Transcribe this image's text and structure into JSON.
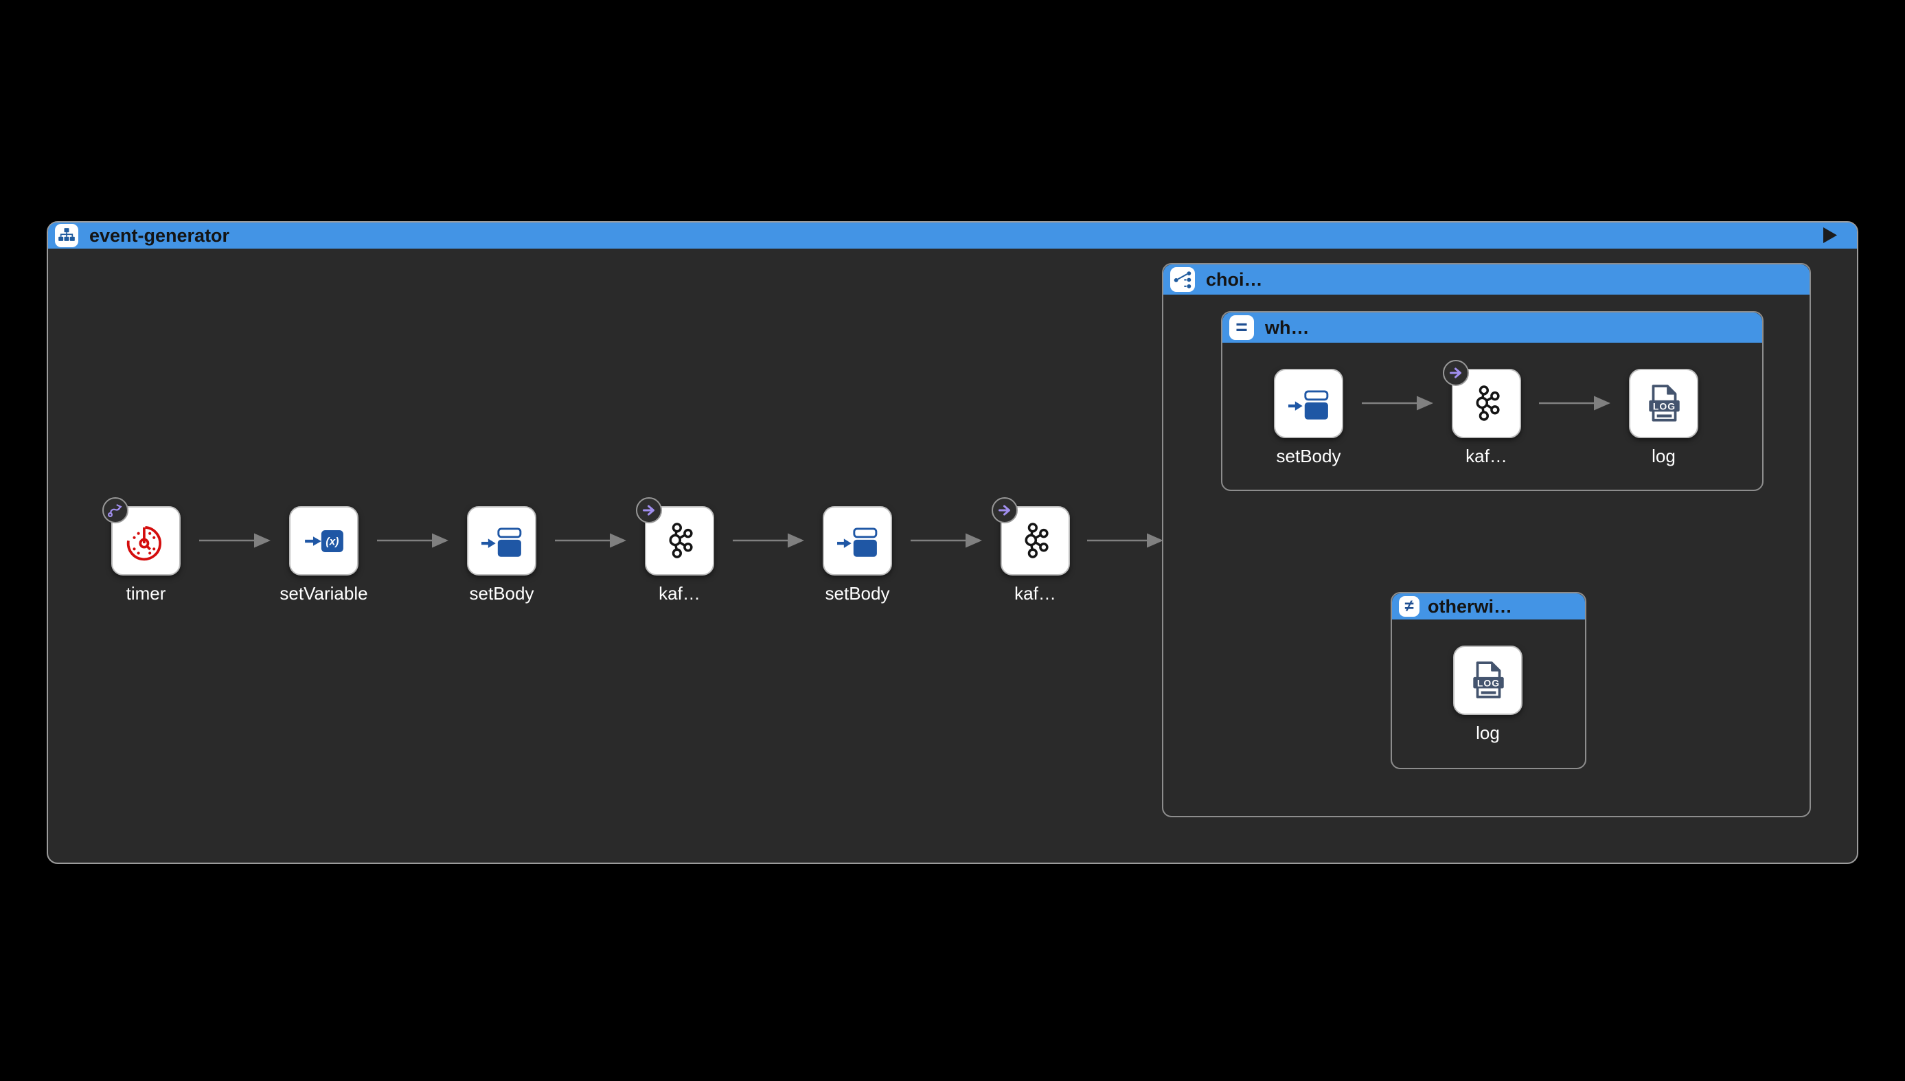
{
  "flow": {
    "root": {
      "title": "event-generator",
      "icon": "sitemap-icon"
    },
    "main_steps": [
      {
        "label": "timer",
        "icon": "timer-icon",
        "badge": "route-badge"
      },
      {
        "label": "setVariable",
        "icon": "set-variable-icon"
      },
      {
        "label": "setBody",
        "icon": "set-body-icon"
      },
      {
        "label": "kaf…",
        "icon": "kafka-icon",
        "badge": "arrow-badge"
      },
      {
        "label": "setBody",
        "icon": "set-body-icon"
      },
      {
        "label": "kaf…",
        "icon": "kafka-icon",
        "badge": "arrow-badge"
      }
    ],
    "choice": {
      "title": "choi…",
      "icon": "choice-icon",
      "when": {
        "title": "wh…",
        "icon": "equals-icon",
        "steps": [
          {
            "label": "setBody",
            "icon": "set-body-icon"
          },
          {
            "label": "kaf…",
            "icon": "kafka-icon",
            "badge": "arrow-badge"
          },
          {
            "label": "log",
            "icon": "log-icon"
          }
        ]
      },
      "otherwise": {
        "title": "otherwi…",
        "icon": "not-equals-icon",
        "steps": [
          {
            "label": "log",
            "icon": "log-icon"
          }
        ]
      }
    }
  },
  "icons": {
    "log_text": "LOG",
    "set_variable_text": "(x)",
    "equals_glyph": "=",
    "not_equals_glyph": "≠"
  },
  "colors": {
    "accent_blue": "#4394e5",
    "canvas_bg": "#2a2a2a",
    "page_bg": "#000000",
    "container_border": "#9c9c9c",
    "node_bg": "#ffffff",
    "label_text": "#ffffff",
    "header_text": "#141414",
    "arrow_gray": "#808080",
    "icon_blue": "#1f57a5",
    "header_icon_blue": "#1f5b9e",
    "kafka_black": "#151515",
    "timer_red": "#d40d0d",
    "log_slate": "#44546e",
    "badge_purple": "#a18fef"
  }
}
